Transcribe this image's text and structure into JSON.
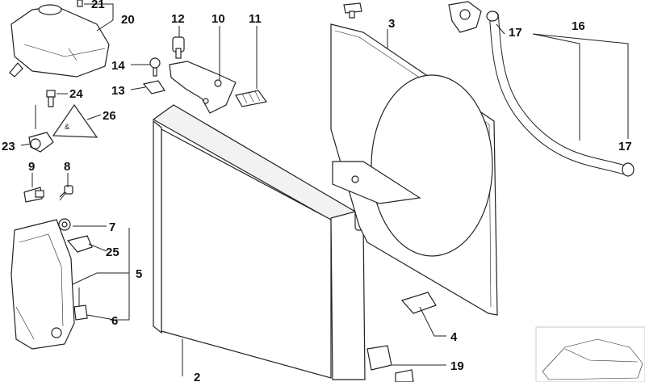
{
  "callouts": [
    {
      "id": "c21",
      "text": "21"
    },
    {
      "id": "c20",
      "text": "20"
    },
    {
      "id": "c12",
      "text": "12"
    },
    {
      "id": "c10",
      "text": "10"
    },
    {
      "id": "c11",
      "text": "11"
    },
    {
      "id": "c3",
      "text": "3"
    },
    {
      "id": "c16",
      "text": "16"
    },
    {
      "id": "c17a",
      "text": "17"
    },
    {
      "id": "c14",
      "text": "14"
    },
    {
      "id": "c13",
      "text": "13"
    },
    {
      "id": "c24",
      "text": "24"
    },
    {
      "id": "c26",
      "text": "26"
    },
    {
      "id": "c23",
      "text": "23"
    },
    {
      "id": "c17b",
      "text": "17"
    },
    {
      "id": "c9",
      "text": "9"
    },
    {
      "id": "c8",
      "text": "8"
    },
    {
      "id": "c7",
      "text": "7"
    },
    {
      "id": "c25",
      "text": "25"
    },
    {
      "id": "c5",
      "text": "5"
    },
    {
      "id": "c6",
      "text": "6"
    },
    {
      "id": "c4",
      "text": "4"
    },
    {
      "id": "c19",
      "text": "19"
    },
    {
      "id": "c2",
      "text": "2"
    }
  ],
  "warning_symbol": "caution-triangle-icon"
}
